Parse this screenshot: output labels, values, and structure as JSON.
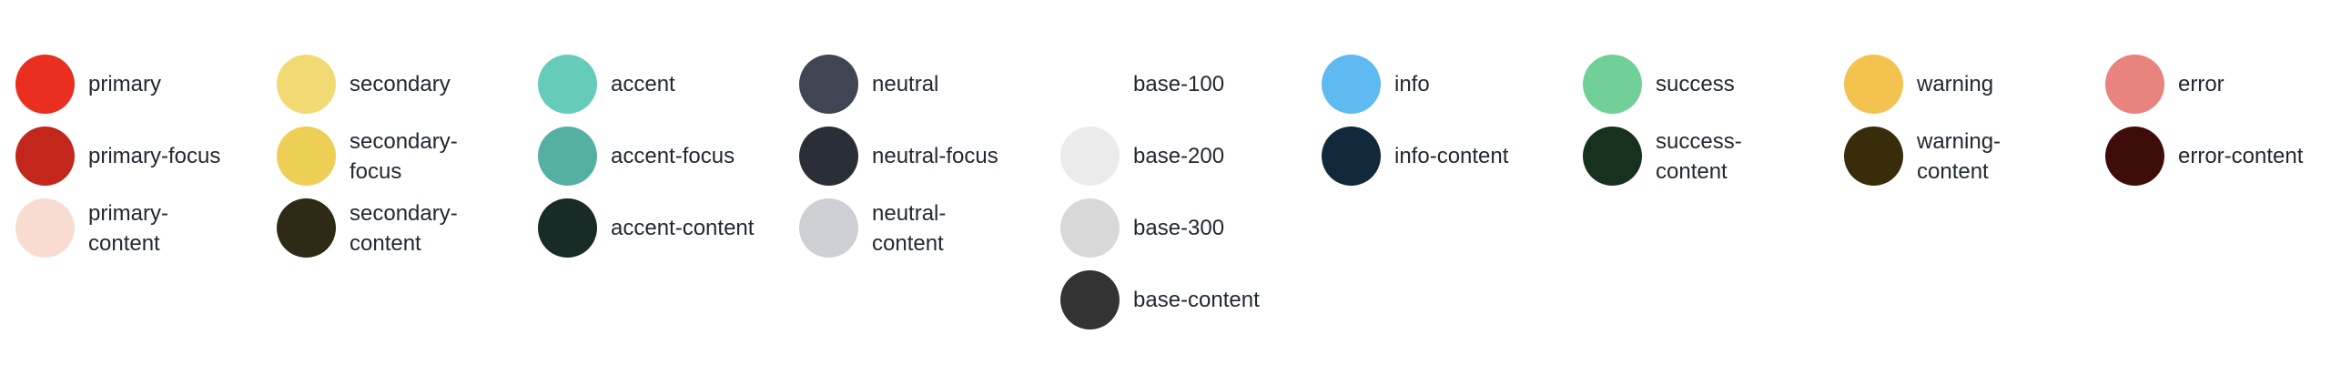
{
  "palette": {
    "columns": [
      {
        "name": "primary",
        "items": [
          {
            "label": "primary",
            "color": "#EA2E20"
          },
          {
            "label": "primary-focus",
            "color": "#C3271B"
          },
          {
            "label": "primary-content",
            "color": "#F8DCD2"
          }
        ]
      },
      {
        "name": "secondary",
        "items": [
          {
            "label": "secondary",
            "color": "#F1DA74"
          },
          {
            "label": "secondary-focus",
            "color": "#EDCF55"
          },
          {
            "label": "secondary-content",
            "color": "#2E2A15"
          }
        ]
      },
      {
        "name": "accent",
        "items": [
          {
            "label": "accent",
            "color": "#66CCBA"
          },
          {
            "label": "accent-focus",
            "color": "#56B0A1"
          },
          {
            "label": "accent-content",
            "color": "#182B26"
          }
        ]
      },
      {
        "name": "neutral",
        "items": [
          {
            "label": "neutral",
            "color": "#3F4553"
          },
          {
            "label": "neutral-focus",
            "color": "#2A2E37"
          },
          {
            "label": "neutral-content",
            "color": "#CDCFD4"
          }
        ]
      },
      {
        "name": "base",
        "items": [
          {
            "label": "base-100",
            "color": "#FFFFFF"
          },
          {
            "label": "base-200",
            "color": "#EBEBEB"
          },
          {
            "label": "base-300",
            "color": "#D8D8D8"
          },
          {
            "label": "base-content",
            "color": "#333333"
          }
        ]
      },
      {
        "name": "info",
        "items": [
          {
            "label": "info",
            "color": "#5FBAF1"
          },
          {
            "label": "info-content",
            "color": "#12293B"
          }
        ]
      },
      {
        "name": "success",
        "items": [
          {
            "label": "success",
            "color": "#71CF98"
          },
          {
            "label": "success-content",
            "color": "#17311F"
          }
        ]
      },
      {
        "name": "warning",
        "items": [
          {
            "label": "warning",
            "color": "#F3C24F"
          },
          {
            "label": "warning-content",
            "color": "#392C0B"
          }
        ]
      },
      {
        "name": "error",
        "items": [
          {
            "label": "error",
            "color": "#E9837D"
          },
          {
            "label": "error-content",
            "color": "#3E0D09"
          }
        ]
      }
    ]
  }
}
